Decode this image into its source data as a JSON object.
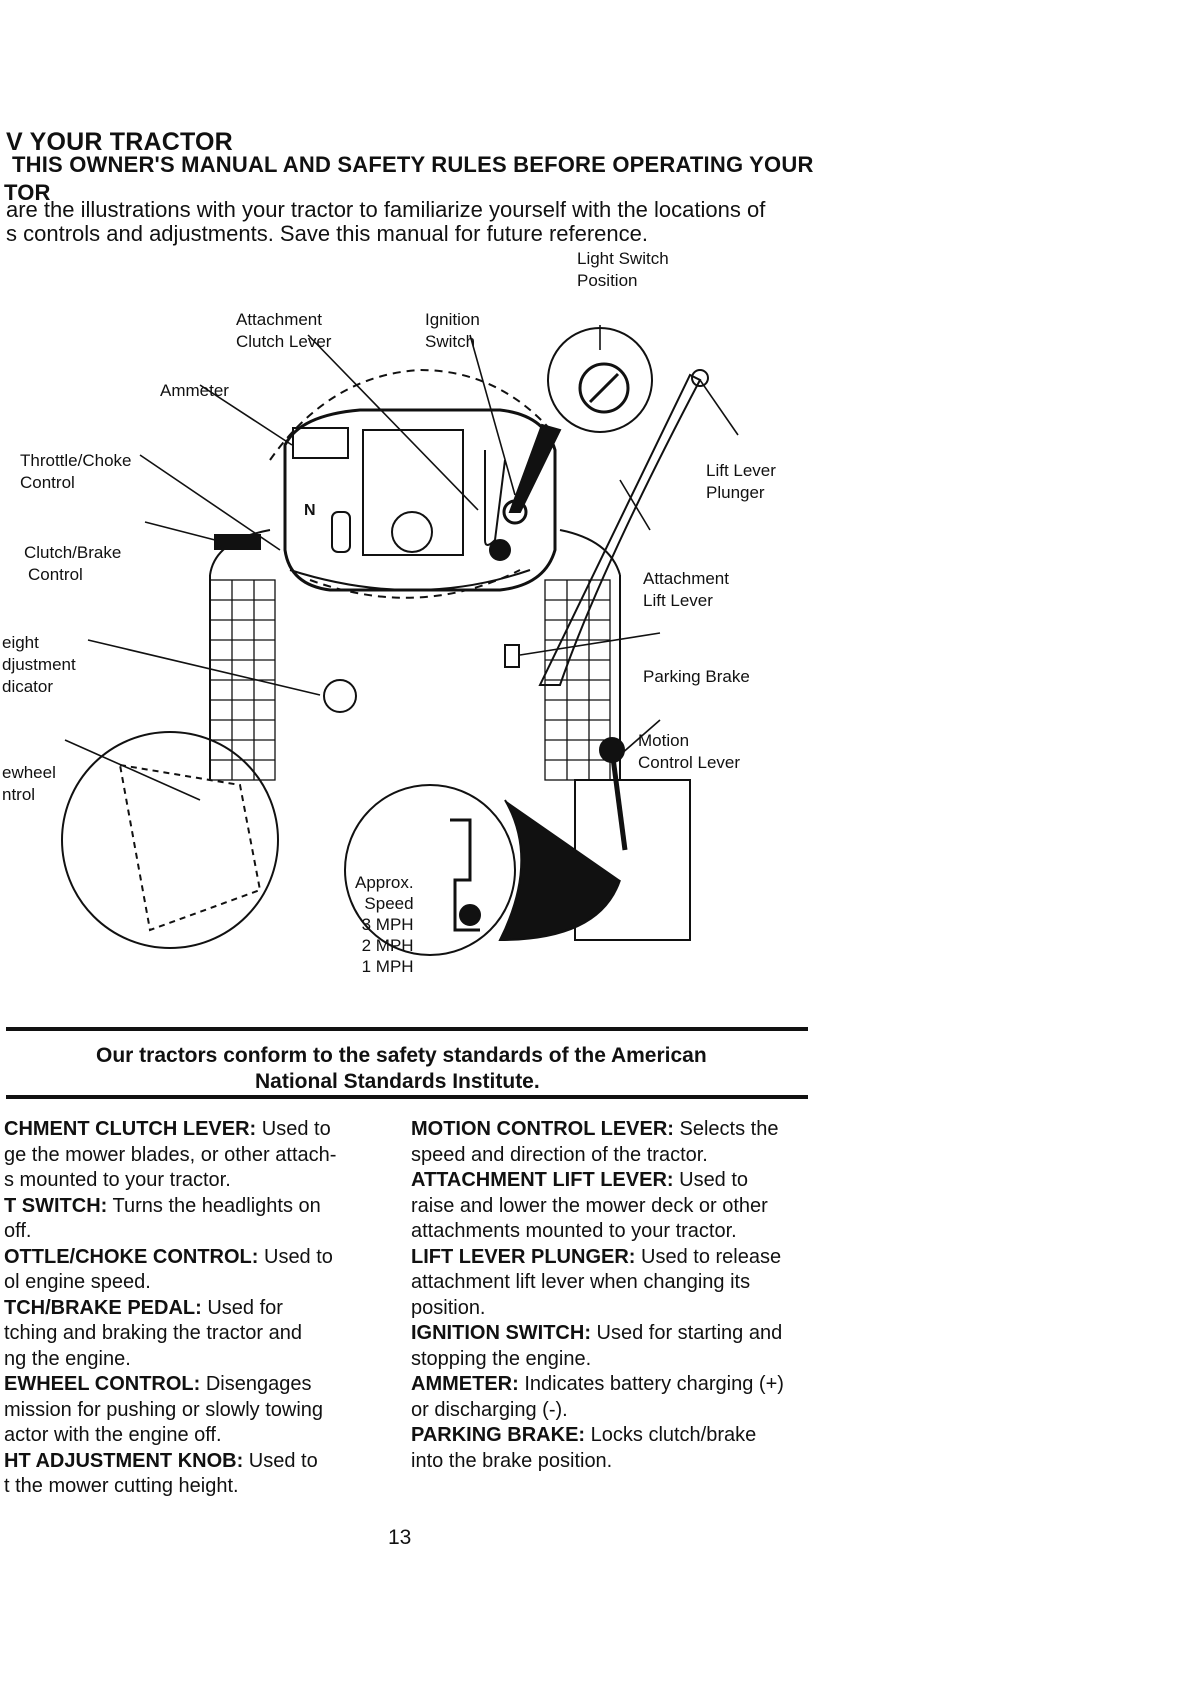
{
  "header": {
    "line1": "V YOUR TRACTOR",
    "line2": "THIS OWNER'S MANUAL AND SAFETY RULES BEFORE OPERATING YOUR",
    "line3": "TOR"
  },
  "intro": {
    "line1": "are the illustrations with your tractor to familiarize yourself with the locations of",
    "line2": "s controls and adjustments. Save this manual for future reference."
  },
  "diagram_labels": {
    "attachment_clutch_lever": [
      "Attachment",
      "Clutch Lever"
    ],
    "ignition_switch": [
      "Ignition",
      "Switch"
    ],
    "light_switch_position": [
      "Light Switch",
      "Position"
    ],
    "ammeter": "Ammeter",
    "throttle_choke_control": [
      "Throttle/Choke",
      "Control"
    ],
    "lift_lever_plunger": [
      "Lift Lever",
      "Plunger"
    ],
    "clutch_brake_control": [
      "Clutch/Brake",
      "Control"
    ],
    "attachment_lift_lever": [
      "Attachment",
      "Lift Lever"
    ],
    "height_adjustment_indicator": [
      "eight",
      "djustment",
      "dicator"
    ],
    "parking_brake": "Parking Brake",
    "motion_control_lever": [
      "Motion",
      "Control Lever"
    ],
    "freewheel_control": [
      "ewheel",
      "ntrol"
    ],
    "approx_speed": [
      "Approx.",
      "Speed",
      "3 MPH",
      "2 MPH",
      "1 MPH"
    ],
    "neutral_mark": "N"
  },
  "standards_notice": {
    "line1": "Our tractors conform to the safety standards of the American",
    "line2": "National Standards Institute."
  },
  "left_column": [
    {
      "term": "CHMENT CLUTCH LEVER:",
      "text": " Used to"
    },
    {
      "term": "",
      "text": "ge the mower blades, or other attach-"
    },
    {
      "term": "",
      "text": "s mounted to your tractor."
    },
    {
      "term": "T SWITCH:",
      "text": " Turns the headlights on"
    },
    {
      "term": "",
      "text": "off."
    },
    {
      "term": "OTTLE/CHOKE CONTROL:",
      "text": " Used to"
    },
    {
      "term": "",
      "text": "ol engine speed."
    },
    {
      "term": "TCH/BRAKE PEDAL:",
      "text": " Used for"
    },
    {
      "term": "",
      "text": "tching and braking the tractor and"
    },
    {
      "term": "",
      "text": "ng the engine."
    },
    {
      "term": "EWHEEL CONTROL:",
      "text": " Disengages"
    },
    {
      "term": "",
      "text": "mission for pushing or slowly towing"
    },
    {
      "term": "",
      "text": "actor with the engine off."
    },
    {
      "term": "HT ADJUSTMENT KNOB:",
      "text": " Used to"
    },
    {
      "term": "",
      "text": "t the mower cutting height."
    }
  ],
  "right_column": [
    {
      "term": "MOTION CONTROL LEVER:",
      "text": " Selects the"
    },
    {
      "term": "",
      "text": "speed and direction of the tractor."
    },
    {
      "term": "ATTACHMENT LIFT LEVER:",
      "text": " Used to"
    },
    {
      "term": "",
      "text": "raise and lower the mower deck or other"
    },
    {
      "term": "",
      "text": "attachments mounted to your tractor."
    },
    {
      "term": "LIFT LEVER PLUNGER:",
      "text": " Used to release"
    },
    {
      "term": "",
      "text": "attachment lift lever when changing its"
    },
    {
      "term": "",
      "text": "position."
    },
    {
      "term": "IGNITION SWITCH:",
      "text": " Used for starting and"
    },
    {
      "term": "",
      "text": "stopping the engine."
    },
    {
      "term": "AMMETER:",
      "text": " Indicates battery charging (+)"
    },
    {
      "term": "",
      "text": "or discharging (-)."
    },
    {
      "term": "PARKING BRAKE:",
      "text": " Locks clutch/brake"
    },
    {
      "term": "",
      "text": "into the brake position."
    }
  ],
  "page_number": "13"
}
